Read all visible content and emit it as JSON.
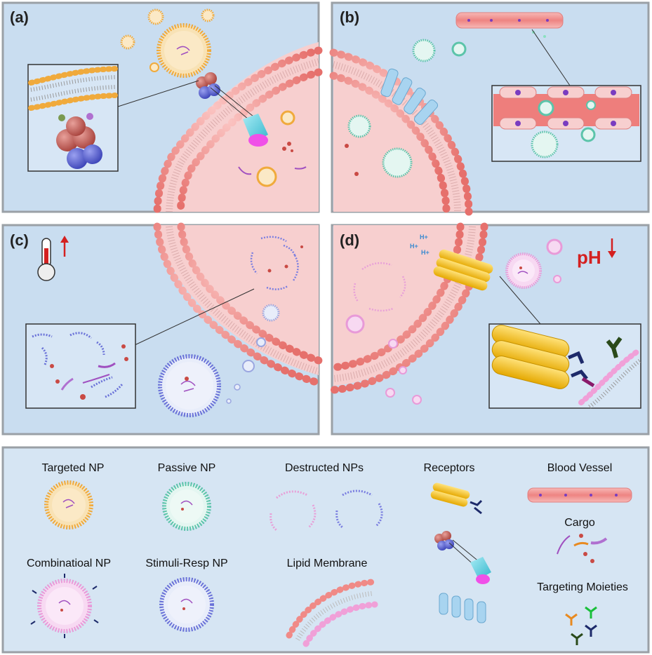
{
  "panels": {
    "a": "(a)",
    "b": "(b)",
    "c": "(c)",
    "d": "(d)"
  },
  "annotations": {
    "ph": "pH",
    "hplus": "H+"
  },
  "legend": {
    "targeted_np": "Targeted NP",
    "passive_np": "Passive NP",
    "destructed_nps": "Destructed NPs",
    "receptors": "Receptors",
    "blood_vessel": "Blood Vessel",
    "cargo": "Cargo",
    "combinational_np": "Combinatioal NP",
    "stimuli_resp_np": "Stimuli-Resp NP",
    "lipid_membrane": "Lipid Membrane",
    "targeting_moieties": "Targeting Moieties"
  },
  "colors": {
    "panel_bg": "#c9ddf0",
    "panel_border": "#9aa0a6",
    "cell_interior": "#f7cfcf",
    "lipid_head": "#f08a87",
    "targeted_np": "#f5b95a",
    "passive_np": "#7fd4c2",
    "stimuli_np": "#9aa6e0",
    "combinational_np": "#f0a9e4",
    "receptor_yellow": "#f5c518",
    "vessel": "#f29a98",
    "arrow_red": "#d42020"
  }
}
